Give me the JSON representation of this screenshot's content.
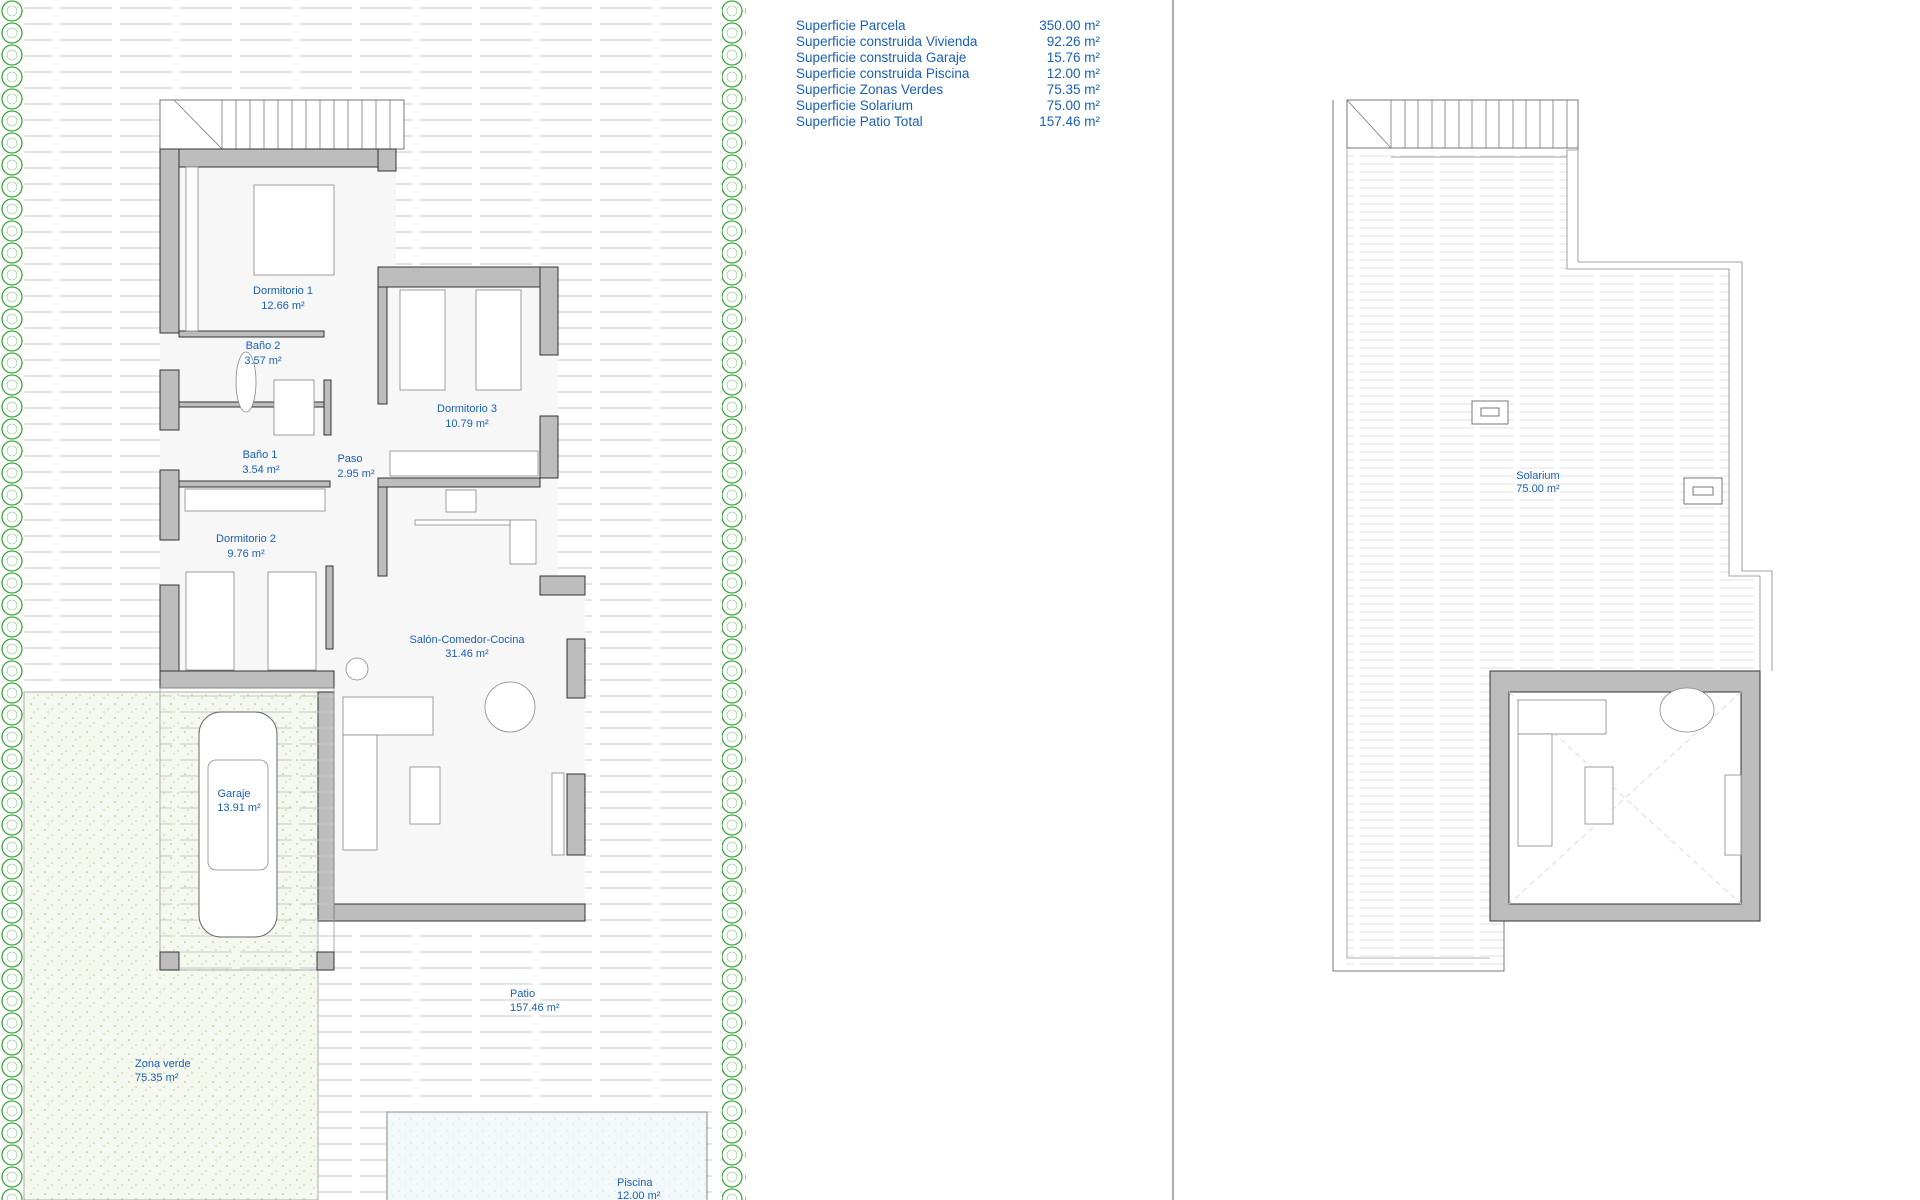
{
  "summary_table": [
    {
      "label": "Superficie Parcela",
      "value": "350.00 m²"
    },
    {
      "label": "Superficie construida Vivienda",
      "value": "92.26 m²"
    },
    {
      "label": "Superficie construida Garaje",
      "value": "15.76 m²"
    },
    {
      "label": "Superficie construida Piscina",
      "value": "12.00 m²"
    },
    {
      "label": "Superficie Zonas Verdes",
      "value": "75.35 m²"
    },
    {
      "label": "Superficie Solarium",
      "value": "75.00 m²"
    },
    {
      "label": "Superficie Patio Total",
      "value": "157.46 m²"
    }
  ],
  "ground_floor": {
    "rooms": [
      {
        "name": "Dormitorio 1",
        "area": "12.66 m²"
      },
      {
        "name": "Baño 2",
        "area": "3.57 m²"
      },
      {
        "name": "Dormitorio 3",
        "area": "10.79 m²"
      },
      {
        "name": "Baño 1",
        "area": "3.54 m²"
      },
      {
        "name": "Paso",
        "area": "2.95 m²"
      },
      {
        "name": "Dormitorio 2",
        "area": "9.76 m²"
      },
      {
        "name": "Salón-Comedor-Cocina",
        "area": "31.46 m²"
      },
      {
        "name": "Garaje",
        "area": "13.91 m²"
      },
      {
        "name": "Patio",
        "area": "157.46 m²"
      },
      {
        "name": "Zona verde",
        "area": "75.35 m²"
      },
      {
        "name": "Piscina",
        "area": "12.00 m²"
      }
    ]
  },
  "roof_floor": {
    "rooms": [
      {
        "name": "Solarium",
        "area": "75.00 m²"
      }
    ]
  },
  "colors": {
    "label_text": "#1a5fb4",
    "wall_fill": "#bdbdbd",
    "hedge": "#3aa63a",
    "green_zone": "#f4f8ee"
  }
}
